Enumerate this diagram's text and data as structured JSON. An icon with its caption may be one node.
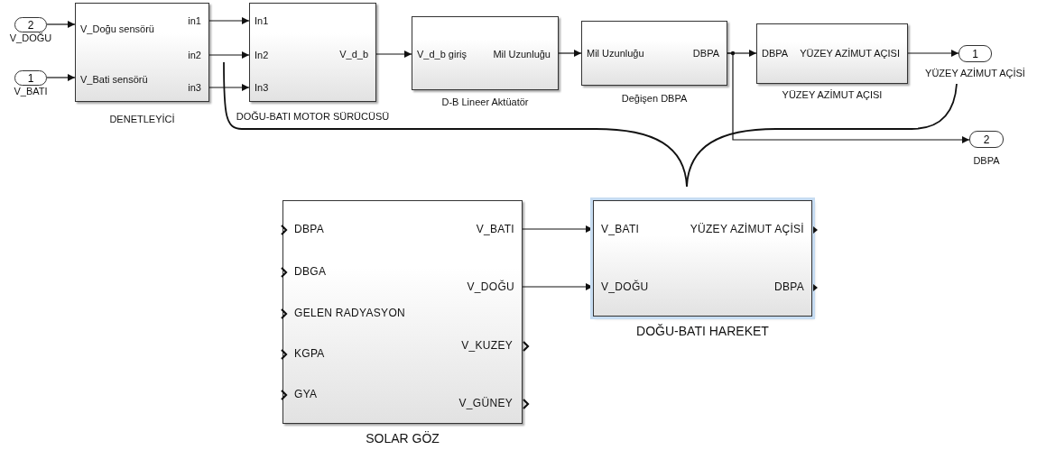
{
  "diagram": {
    "nodes": [
      {
        "text": [
          "2"
        ],
        "beside": [
          "V_DOĞU"
        ]
      },
      {
        "text": [
          "1"
        ],
        "beside": [
          "V_BATI"
        ]
      },
      {
        "text": [
          "V_Doğu sensörü",
          "V_Bati sensörü",
          "in1",
          "in2",
          "in3"
        ],
        "beside": [
          "DENETLEYİCİ"
        ]
      },
      {
        "text": [
          "In1",
          "In2",
          "In3",
          "V_d_b"
        ],
        "beside": [
          "DOĞU-BATI MOTOR SÜRÜCÜSÜ"
        ]
      },
      {
        "text": [
          "V_d_b giriş",
          "Mil Uzunluğu"
        ],
        "beside": [
          "D-B Lineer Aktüatör"
        ]
      },
      {
        "text": [
          "Mil Uzunluğu",
          "DBPA"
        ],
        "beside": [
          "Değişen DBPA"
        ]
      },
      {
        "text": [
          "DBPA",
          "YÜZEY AZİMUT AÇISI"
        ],
        "beside": [
          "YÜZEY AZİMUT AÇISI"
        ]
      },
      {
        "text": [
          "1"
        ],
        "beside": [
          "YÜZEY AZİMUT AÇİSİ"
        ]
      },
      {
        "text": [
          "2"
        ],
        "beside": [
          "DBPA"
        ]
      },
      {
        "text": [
          "DBPA",
          "DBGA",
          "GELEN RADYASYON",
          "KGPA",
          "GYA",
          "V_BATI",
          "V_DOĞU",
          "V_KUZEY",
          "V_GÜNEY"
        ],
        "beside": [
          "SOLAR GÖZ"
        ]
      },
      {
        "text": [
          "V_BATI",
          "YÜZEY AZİMUT AÇİSİ",
          "V_DOĞU",
          "DBPA"
        ],
        "beside": [
          "DOĞU-BATI HAREKET"
        ]
      }
    ],
    "edges": [
      {
        "from": 0,
        "to": 2,
        "arrow": "to"
      },
      {
        "from": 1,
        "to": 2,
        "arrow": "to"
      },
      {
        "from": 2,
        "to": 3,
        "arrow": "to"
      },
      {
        "from": 2,
        "to": 3,
        "arrow": "to"
      },
      {
        "from": 2,
        "to": 3,
        "arrow": "to"
      },
      {
        "from": 3,
        "to": 4,
        "arrow": "to"
      },
      {
        "from": 4,
        "to": 5,
        "arrow": "to"
      },
      {
        "from": 5,
        "to": 6,
        "arrow": "to"
      },
      {
        "from": 6,
        "to": 7,
        "arrow": "to"
      },
      {
        "from": 5,
        "to": 8,
        "arrow": "to"
      },
      {
        "from": 9,
        "to": 10,
        "arrow": "to"
      },
      {
        "from": 9,
        "to": 10,
        "arrow": "to"
      }
    ]
  }
}
